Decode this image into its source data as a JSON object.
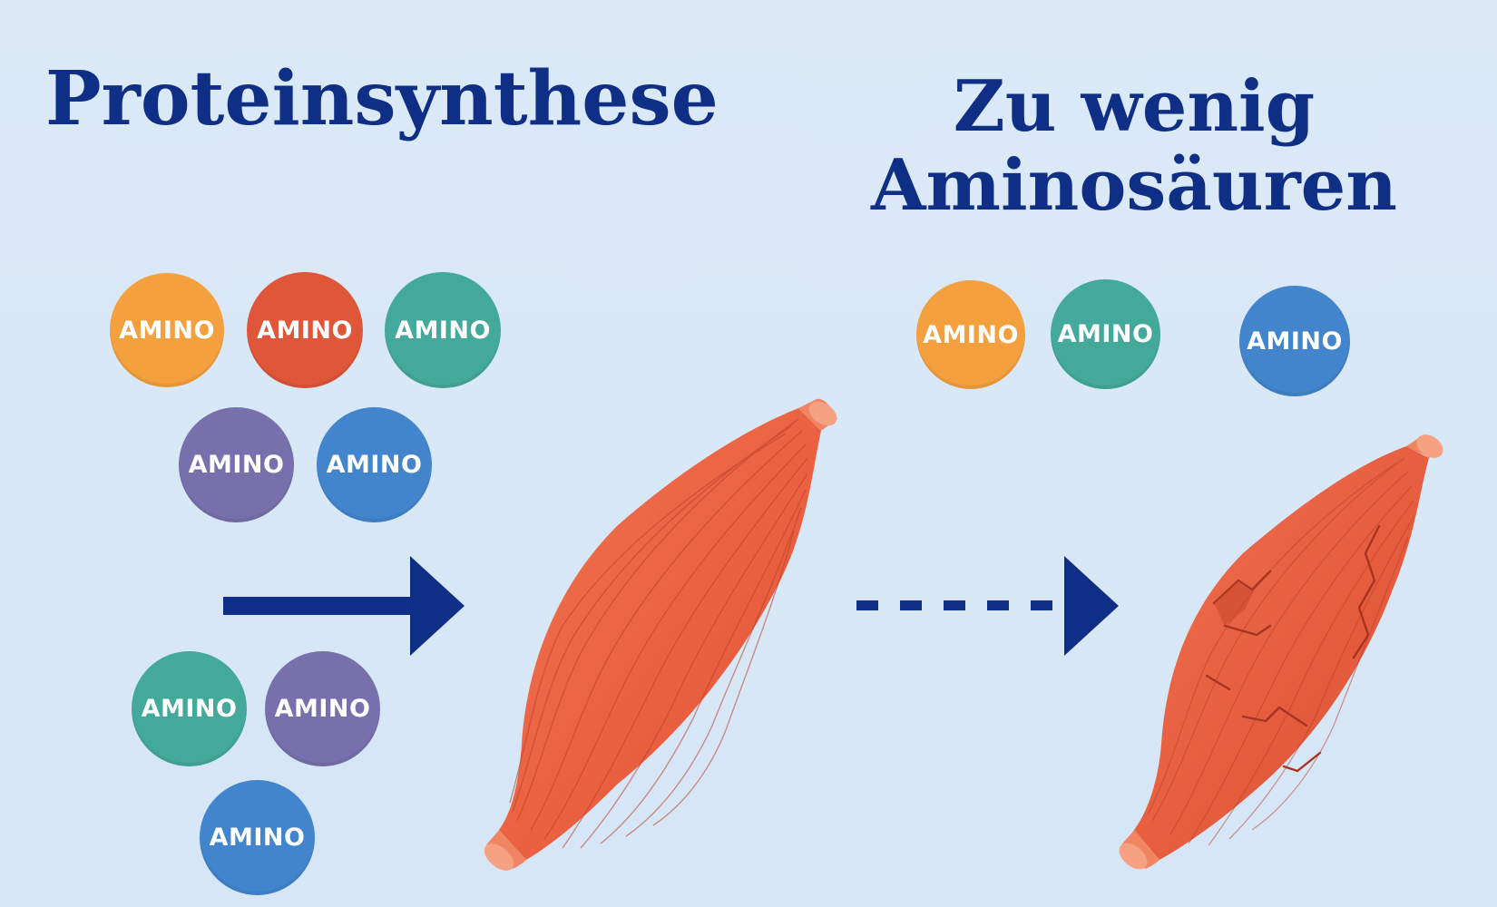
{
  "titles": {
    "left": "Proteinsynthese",
    "right_line1": "Zu wenig",
    "right_line2": "Aminosäuren"
  },
  "amino_label": "AMINO",
  "colors": {
    "title": "#0f2f86",
    "background": "#d9e8f7",
    "arrow": "#0f2f86",
    "muscle": "#ea6040",
    "muscle_tendon": "#f08564",
    "amino_orange": "#f4a03e",
    "amino_red": "#e05639",
    "amino_teal": "#43a99a",
    "amino_purple": "#7770ad",
    "amino_blue": "#4285cc"
  },
  "left_group": {
    "amino_colors": [
      "orange",
      "red",
      "teal",
      "purple",
      "blue",
      "teal",
      "purple",
      "blue"
    ],
    "arrow_style": "solid",
    "muscle_state": "healthy"
  },
  "right_group": {
    "amino_colors": [
      "orange",
      "teal",
      "blue"
    ],
    "arrow_style": "dashed",
    "muscle_state": "damaged"
  }
}
